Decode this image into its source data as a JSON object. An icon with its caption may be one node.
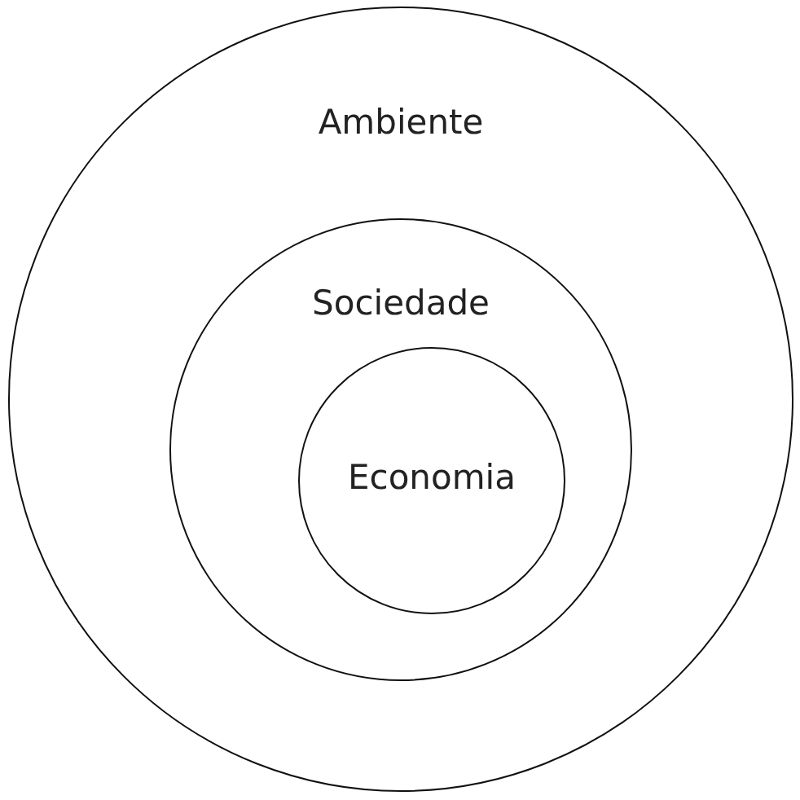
{
  "diagram": {
    "nodes": [
      {
        "text": [
          "Ambiente"
        ]
      },
      {
        "text": [
          "Sociedade"
        ],
        "in": 0
      },
      {
        "text": [
          "Economia"
        ],
        "in": 1
      }
    ]
  }
}
